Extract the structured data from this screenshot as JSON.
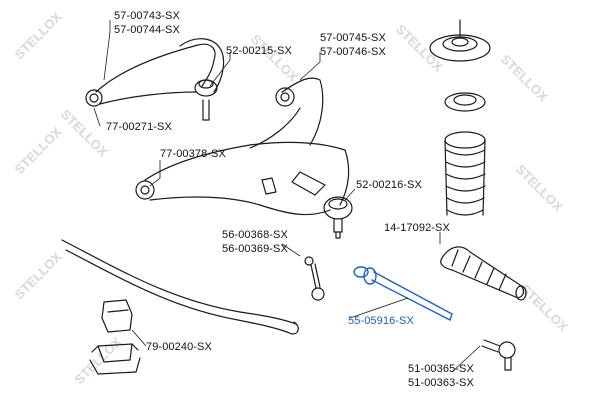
{
  "labels": {
    "upper_arm_a": "57-00743-SX",
    "upper_arm_b": "57-00744-SX",
    "upper_ball_joint": "52-00215-SX",
    "upper_bushing": "77-00271-SX",
    "lower_arm_a": "57-00745-SX",
    "lower_arm_b": "57-00746-SX",
    "lower_bushing": "77-00378-SX",
    "lower_ball_joint": "52-00216-SX",
    "stab_link_a": "56-00368-SX",
    "stab_link_b": "56-00369-SX",
    "rack_boot": "14-17092-SX",
    "tie_rod": "55-05916-SX",
    "stab_bushing": "79-00240-SX",
    "tie_rod_end_a": "51-00365-SX",
    "tie_rod_end_b": "51-00363-SX"
  },
  "watermark": "STELLOX",
  "colors": {
    "line": "#1a1a1a",
    "highlight": "#1f5fbf",
    "watermark": "#d8d8d8"
  }
}
